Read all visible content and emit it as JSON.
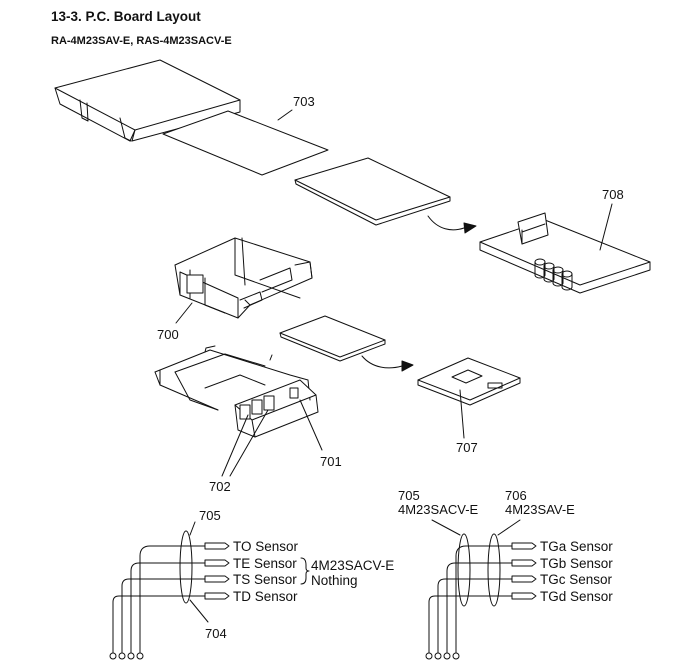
{
  "header": {
    "title": "13-3.  P.C.  Board Layout",
    "subtitle": "RA-4M23SAV-E, RAS-4M23SACV-E"
  },
  "callouts": {
    "p703": "703",
    "p708": "708",
    "p700": "700",
    "p701": "701",
    "p707": "707",
    "p702": "702"
  },
  "left_harness": {
    "clamp_top": "705",
    "clamp_bottom": "704",
    "sensors": [
      "TO Sensor",
      "TE Sensor",
      "TS Sensor",
      "TD Sensor"
    ],
    "note_line1": "4M23SACV-E",
    "note_line2": "Nothing"
  },
  "right_harness": {
    "clamp_a_number": "705",
    "clamp_a_model": "4M23SACV-E",
    "clamp_b_number": "706",
    "clamp_b_model": "4M23SAV-E",
    "sensors": [
      "TGa Sensor",
      "TGb Sensor",
      "TGc Sensor",
      "TGd Sensor"
    ]
  },
  "colors": {
    "line": "#111111",
    "background": "#ffffff"
  }
}
